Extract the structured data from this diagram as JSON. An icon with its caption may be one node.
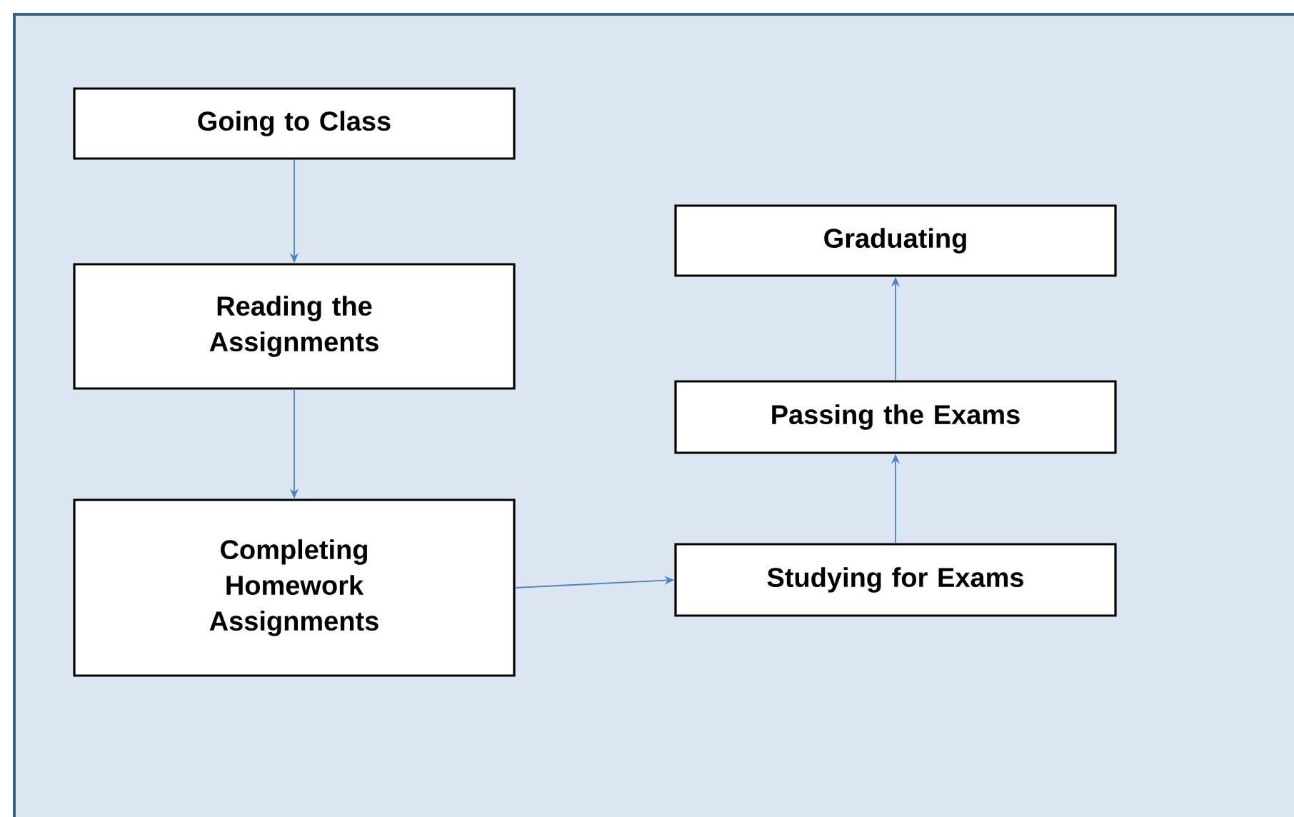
{
  "diagram": {
    "nodes": [
      {
        "text": [
          "Going to Class"
        ]
      },
      {
        "text": [
          "Reading the Assignments"
        ]
      },
      {
        "text": [
          "Completing Homework Assignments"
        ]
      },
      {
        "text": [
          "Graduating"
        ]
      },
      {
        "text": [
          "Passing the Exams"
        ]
      },
      {
        "text": [
          "Studying for Exams"
        ]
      }
    ],
    "edges": [
      {
        "from": 0,
        "to": 1,
        "arrow": "to"
      },
      {
        "from": 1,
        "to": 2,
        "arrow": "to"
      },
      {
        "from": 2,
        "to": 5,
        "arrow": "to"
      },
      {
        "from": 5,
        "to": 4,
        "arrow": "to"
      },
      {
        "from": 4,
        "to": 3,
        "arrow": "to"
      }
    ]
  }
}
